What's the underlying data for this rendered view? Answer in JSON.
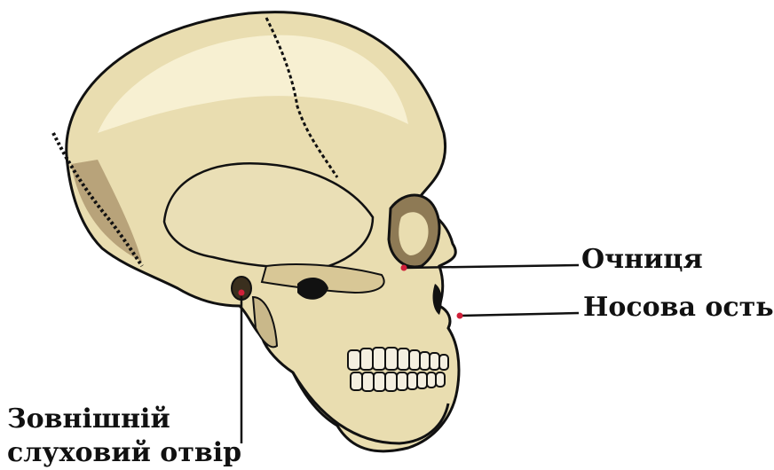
{
  "labels": {
    "orbit": "Очниця",
    "nasal_spine": "Носова ость",
    "ear_line1": "Зовнішній",
    "ear_line2": "слуховий отвір"
  },
  "colors": {
    "bone": "#e9ddb0",
    "bone_highlight": "#f7f0d2",
    "bone_shadow": "#b8a37a",
    "bone_dark": "#8e7a55",
    "outline": "#111111",
    "pointer_dot": "#d0203a"
  }
}
